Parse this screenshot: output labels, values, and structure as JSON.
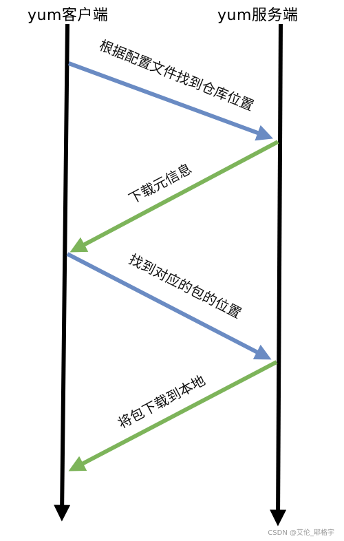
{
  "lifelines": {
    "client": "yum客户端",
    "server": "yum服务端"
  },
  "messages": [
    {
      "label": "根据配置文件找到仓库位置",
      "from": "client",
      "to": "server",
      "color": "#6a8bc3"
    },
    {
      "label": "下载元信息",
      "from": "server",
      "to": "client",
      "color": "#7db45a"
    },
    {
      "label": "找到对应的包的位置",
      "from": "client",
      "to": "server",
      "color": "#6a8bc3"
    },
    {
      "label": "将包下载到本地",
      "from": "server",
      "to": "client",
      "color": "#7db45a"
    }
  ],
  "colors": {
    "lifeline": "#000000",
    "request_arrow": "#6a8bc3",
    "response_arrow": "#7db45a"
  },
  "watermark": "CSDN @艾伦_耶格宇"
}
